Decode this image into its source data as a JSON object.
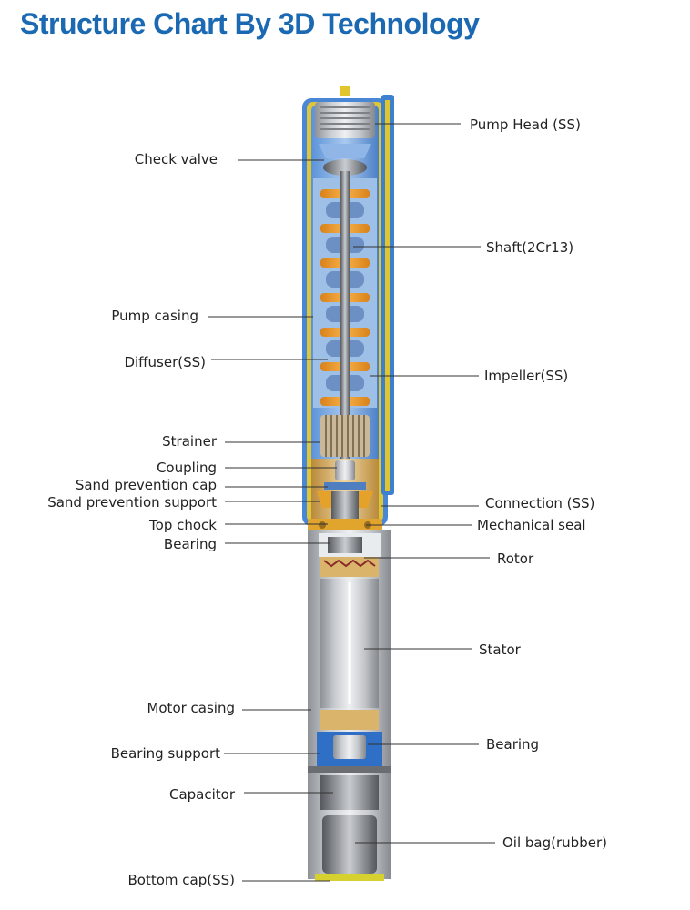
{
  "title": "Structure Chart By 3D Technology",
  "colors": {
    "title": "#1a69b2",
    "casing": "#b9bcc0",
    "blue_shell": "#3d7fd0",
    "yellow_trim": "#e1c52a",
    "impeller_orange": "#ef9a22",
    "leader": "#333333"
  },
  "labels_left": [
    "Check valve",
    "Pump casing",
    "Diffuser(SS)",
    "Strainer",
    "Coupling",
    "Sand prevention cap",
    "Sand prevention support",
    "Top chock",
    "Bearing",
    "Motor casing",
    "Bearing support",
    "Capacitor",
    "Bottom cap(SS)"
  ],
  "labels_right": [
    "Pump Head (SS)",
    "Shaft(2Cr13)",
    "Impeller(SS)",
    "Connection (SS)",
    "Mechanical seal",
    "Rotor",
    "Stator",
    "Bearing",
    "Oil bag(rubber)"
  ]
}
